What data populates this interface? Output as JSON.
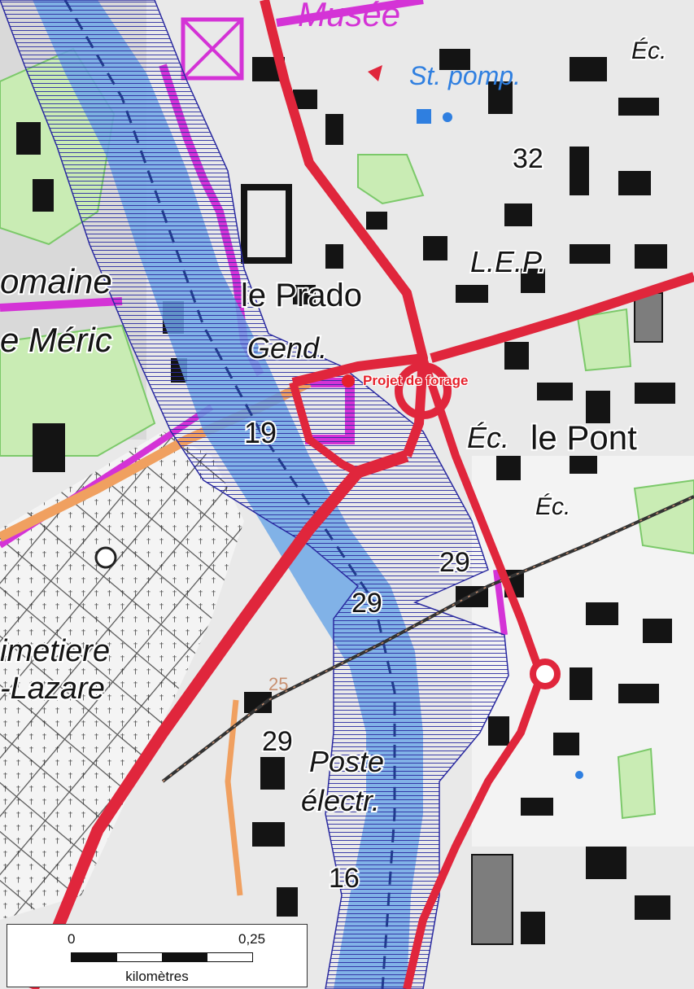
{
  "map": {
    "place_labels": {
      "musee": "Musée",
      "st_pomp": "St. pomp.",
      "ec_top": "Éc.",
      "lep": "L.E.P.",
      "le_prado": "le Prado",
      "domaine": "omaine",
      "meric": "e Méric",
      "gend": "Gend.",
      "ec_mid": "Éc.",
      "le_pont": "le Pont",
      "ec_low": "Éc.",
      "cimetiere": "imetiere",
      "lazare": "-Lazare",
      "poste": "Poste",
      "electr": "électr."
    },
    "elevations": {
      "e32": "32",
      "e19": "19",
      "e29a": "29",
      "e29b": "29",
      "e29c": "29",
      "e25": "25",
      "e16": "16"
    },
    "project": {
      "label": "Projet de forage",
      "color": "#e5202a"
    },
    "colors": {
      "road": "#e0263c",
      "river": "#6fa8e6",
      "flood_hatch": "#2a2aa0",
      "boundary": "#d433d6",
      "park": "#c9ecb4",
      "building": "#141414",
      "secondary_road": "#f0a060",
      "railway": "#333333"
    },
    "scale": {
      "start": "0",
      "end": "0,25",
      "unit": "kilomètres"
    }
  }
}
